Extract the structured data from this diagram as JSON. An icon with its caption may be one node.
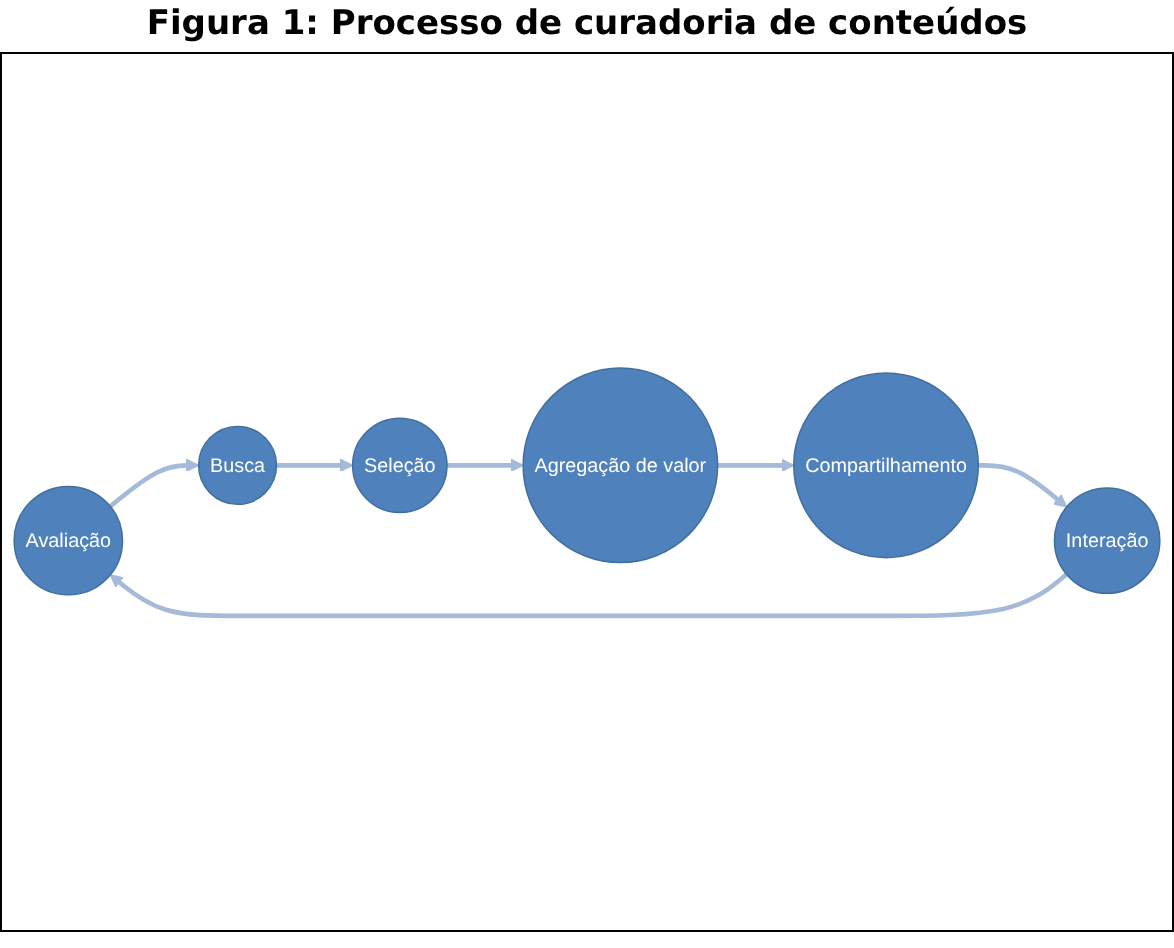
{
  "diagram": {
    "title": "Figura 1: Processo de curadoria de conteúdos",
    "nodes": [
      {
        "text": [
          "Avaliação"
        ]
      },
      {
        "text": [
          "Busca"
        ]
      },
      {
        "text": [
          "Seleção"
        ]
      },
      {
        "text": [
          "Agregação de valor"
        ]
      },
      {
        "text": [
          "Compartilhamento"
        ]
      },
      {
        "text": [
          "Interação"
        ]
      }
    ],
    "edges": [
      {
        "from": 0,
        "to": 1,
        "arrow": "to"
      },
      {
        "from": 1,
        "to": 2,
        "arrow": "to"
      },
      {
        "from": 2,
        "to": 3,
        "arrow": "to"
      },
      {
        "from": 3,
        "to": 4,
        "arrow": "to"
      },
      {
        "from": 4,
        "to": 5,
        "arrow": "to"
      },
      {
        "from": 5,
        "to": 0,
        "arrow": "to"
      }
    ]
  }
}
